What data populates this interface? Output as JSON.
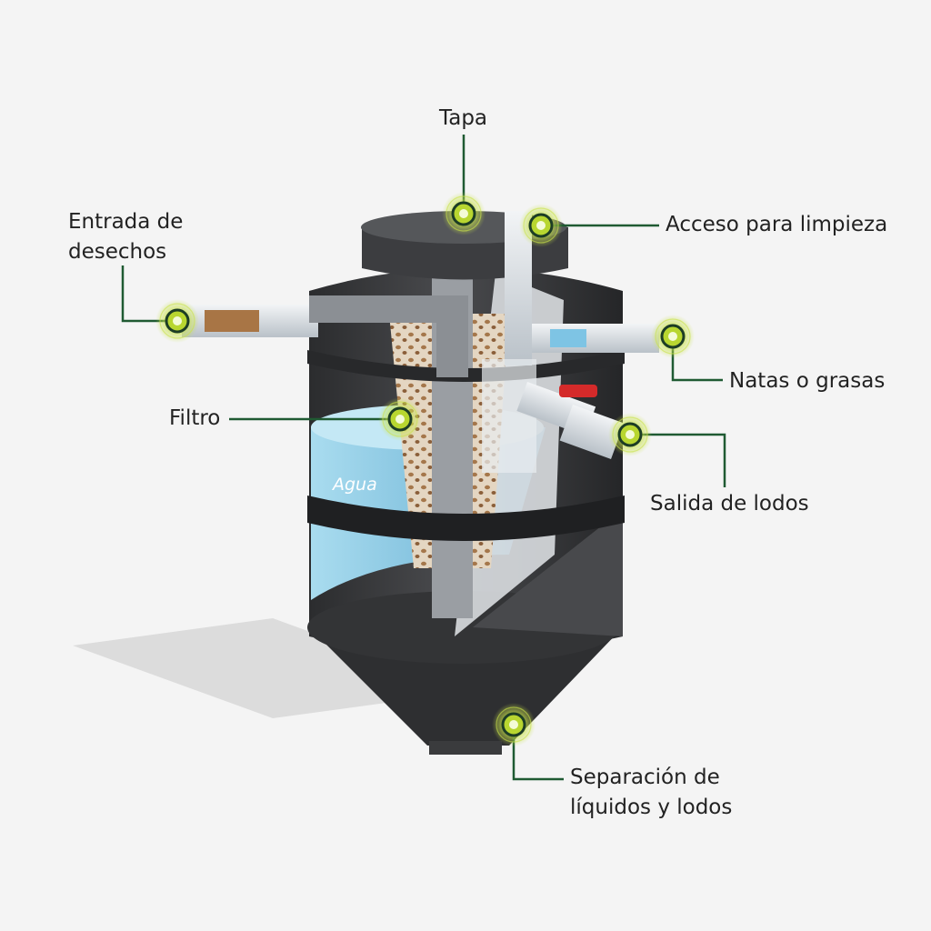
{
  "labels": {
    "tapa": "Tapa",
    "acceso": "Acceso para limpieza",
    "entrada_1": "Entrada de",
    "entrada_2": "desechos",
    "natas": "Natas o grasas",
    "filtro": "Filtro",
    "salida": "Salida de lodos",
    "separacion_1": "Separación de",
    "separacion_2": "líquidos y lodos",
    "agua": "Agua"
  },
  "colors": {
    "background": "#f4f4f4",
    "leader_line": "#1f5a32",
    "hotspot": "#b8d630",
    "tank": "#3a3b3d",
    "water": "#8ccbe6",
    "valve": "#d42a2a"
  }
}
